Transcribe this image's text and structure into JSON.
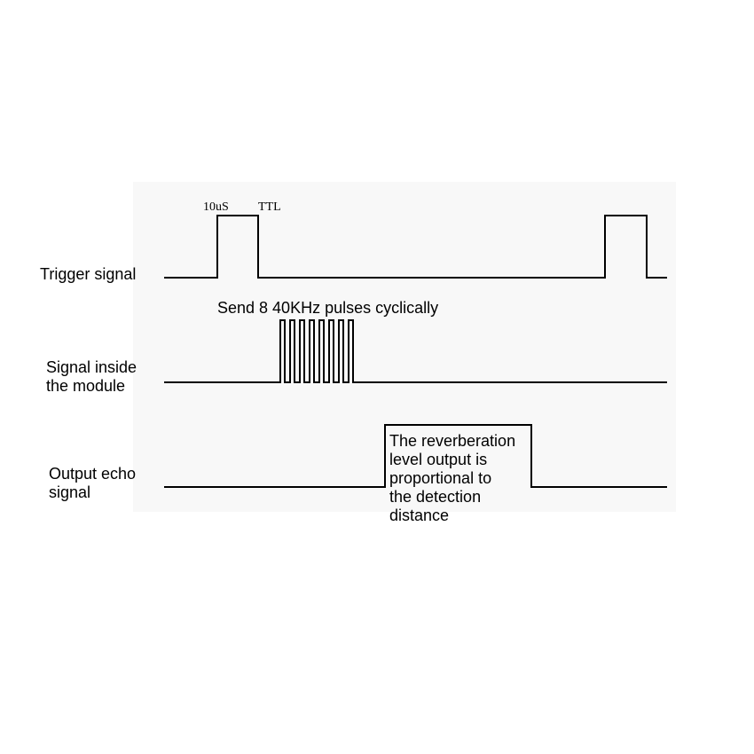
{
  "trigger": {
    "label": "Trigger signal",
    "pulse_width_tag": "10uS",
    "level_tag": "TTL"
  },
  "module": {
    "label_line1": "Signal inside",
    "label_line2": "the module",
    "burst_caption": "Send 8 40KHz pulses cyclically",
    "pulse_count": 8
  },
  "echo": {
    "label_line1": "Output echo",
    "label_line2": "signal",
    "note_lines": [
      "The reverberation",
      "level output is",
      "proportional to",
      "the detection",
      "distance"
    ]
  },
  "colors": {
    "line": "#000000",
    "text": "#000000",
    "panel": "#f8f8f8",
    "background": "#ffffff"
  }
}
